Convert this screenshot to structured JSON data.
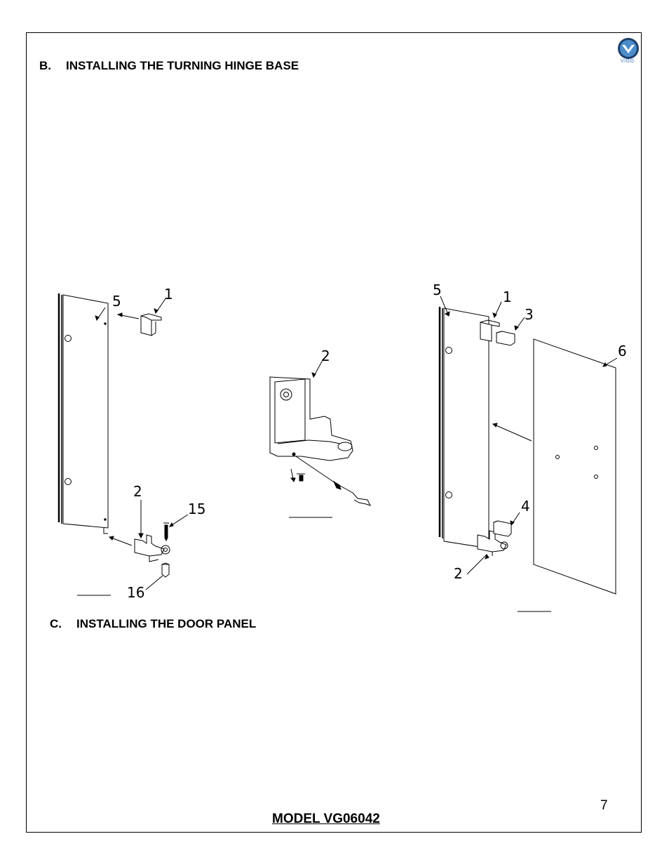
{
  "sections": {
    "b": {
      "letter": "B.",
      "title": "INSTALLING THE TURNING HINGE BASE"
    },
    "c": {
      "letter": "C.",
      "title": "INSTALLING THE DOOR PANEL"
    }
  },
  "brand": {
    "name": "VIGO",
    "color": "#3a7bbf",
    "icon": "vigo-logo-icon"
  },
  "callouts": {
    "fig1": [
      "1",
      "5",
      "2",
      "15",
      "16"
    ],
    "fig2": [
      "2"
    ],
    "fig3": [
      "5",
      "1",
      "3",
      "6",
      "4",
      "2"
    ]
  },
  "footer": {
    "page_number": "7",
    "model": "MODEL VG06042"
  }
}
